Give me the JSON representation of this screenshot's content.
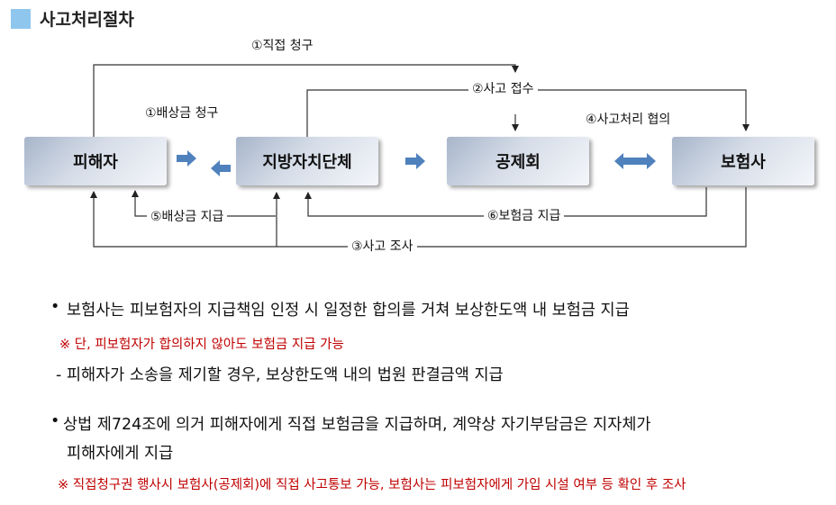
{
  "header": {
    "title": "사고처리절차"
  },
  "diagram": {
    "nodes": {
      "victim": "피해자",
      "local_gov": "지방자치단체",
      "mutual_aid": "공제회",
      "insurer": "보험사"
    },
    "edges": {
      "direct_claim": "①직접 청구",
      "accident_report": "②사고 접수",
      "compensation_claim": "①배상금 청구",
      "accident_consult": "④사고처리 협의",
      "compensation_payment": "⑤배상금 지급",
      "insurance_payment": "⑥보험금 지급",
      "accident_investigation": "③사고 조사"
    },
    "colors": {
      "arrow": "#4f81bd",
      "line": "#333333",
      "note": "#c00000",
      "title_square": "#8fc6ee"
    }
  },
  "content": {
    "bullet1": "보험사는 피보험자의 지급책임 인정 시 일정한 합의를 거쳐 보상한도액 내 보험금 지급",
    "note1": "※ 단, 피보험자가 합의하지 않아도 보험금 지급 가능",
    "dash1": "- 피해자가 소송을 제기할 경우, 보상한도액 내의 법원 판결금액 지급",
    "bullet2_line1": "상법  제724조에 의거 피해자에게 직접 보험금을 지급하며, 계약상 자기부담금은 지자체가",
    "bullet2_line2": "피해자에게 지급",
    "note2": "※  직접청구권 행사시 보험사(공제회)에 직접 사고통보 가능, 보험사는 피보험자에게 가입 시설 여부 등 확인 후 조사"
  }
}
